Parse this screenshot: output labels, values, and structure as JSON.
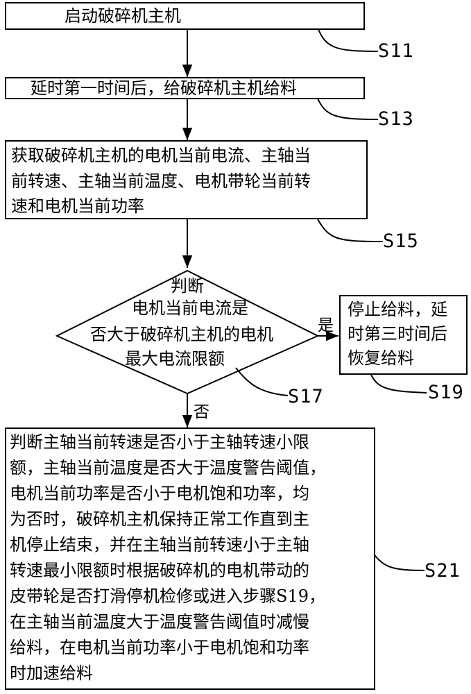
{
  "steps": {
    "s11": {
      "label": "S11",
      "lines": [
        "启动破碎机主机"
      ]
    },
    "s13": {
      "label": "S13",
      "lines": [
        "延时第一时间后，给破碎机主机给料"
      ]
    },
    "s15": {
      "label": "S15",
      "lines": [
        "获取破碎机主机的电机当前电流、主轴当",
        "前转速、主轴当前温度、电机带轮当前转",
        "速和电机当前功率"
      ]
    },
    "s17": {
      "label": "S17",
      "lines": [
        "判断",
        "电机当前电流是",
        "否大于破碎机主机的电机",
        "最大电流限额"
      ]
    },
    "s19": {
      "label": "S19",
      "lines": [
        "停止给料，延",
        "时第三时间后",
        "恢复给料"
      ]
    },
    "s21": {
      "label": "S21",
      "lines": [
        "判断主轴当前转速是否小于主轴转速小限",
        "额，主轴当前温度是否大于温度警告阈值，",
        "电机当前功率是否小于电机饱和功率，均",
        "为否时，破碎机主机保持正常工作直到主",
        "机停止结束，并在主轴当前转速小于主轴",
        "转速最小限额时根据破碎机的电机带动的",
        "皮带轮是否打滑停机检修或进入步骤S19，",
        "在主轴当前温度大于温度警告阈值时减慢",
        "给料，在电机当前功率小于电机饱和功率",
        "时加速给料"
      ]
    }
  },
  "branches": {
    "yes": "是",
    "no": "否"
  }
}
